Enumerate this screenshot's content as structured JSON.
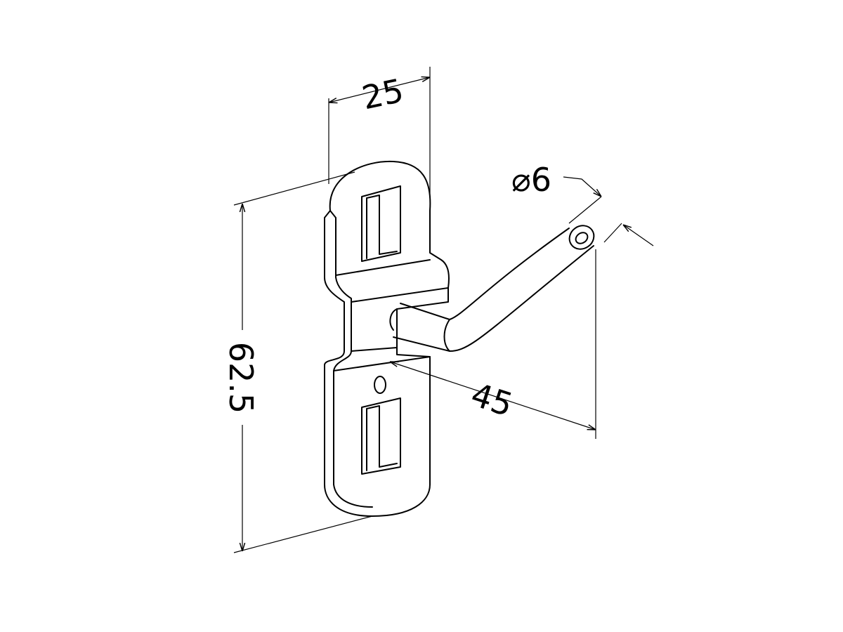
{
  "drawing": {
    "dimensions": {
      "width": "25",
      "height": "62.5",
      "length": "45",
      "diameter": "⌀6"
    }
  }
}
